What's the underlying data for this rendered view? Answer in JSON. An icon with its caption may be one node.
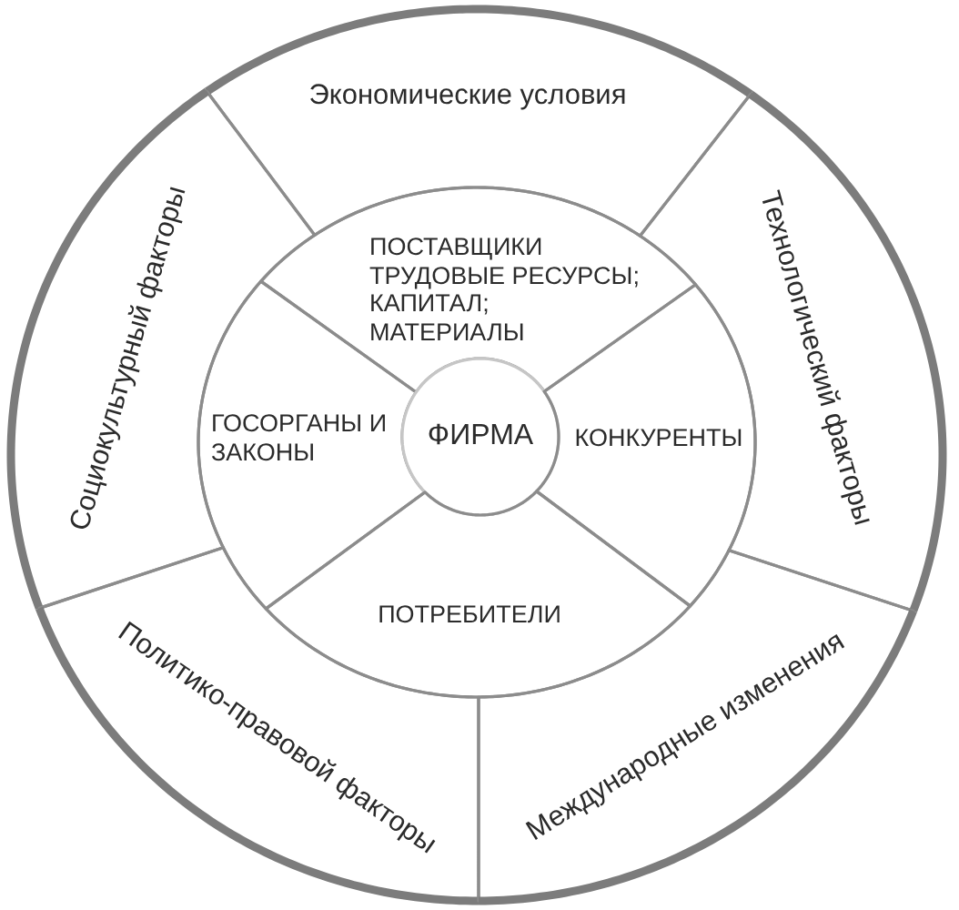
{
  "diagram": {
    "nodes": [
      {
        "text": [
          "Экономические условия"
        ]
      },
      {
        "text": [
          "Социокультурный факторы"
        ]
      },
      {
        "text": [
          "Технологический факторы"
        ]
      },
      {
        "text": [
          "Политико-правовой факторы"
        ]
      },
      {
        "text": [
          "Международные изменения"
        ]
      },
      {
        "text": [
          "ПОСТАВЩИКИ ТРУДОВЫЕ РЕСУРСЫ; КАПИТАЛ; МАТЕРИАЛЫ"
        ]
      },
      {
        "text": [
          "ГОСОРГАНЫ И ЗАКОНЫ"
        ]
      },
      {
        "text": [
          "ФИРМА"
        ]
      },
      {
        "text": [
          "КОНКУРЕНТЫ"
        ]
      },
      {
        "text": [
          "ПОТРЕБИТЕЛИ"
        ]
      }
    ]
  }
}
